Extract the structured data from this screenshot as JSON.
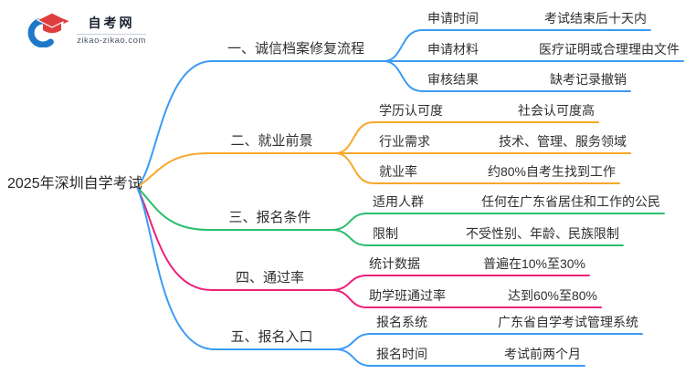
{
  "logo": {
    "site_name": "自考网",
    "site_url": "zikao-zikao.com",
    "icon_blue": "#1d78c8",
    "icon_red": "#e03e3e"
  },
  "mindmap": {
    "root": "2025年深圳自学考试",
    "branches": [
      {
        "label": "一、诚信档案修复流程",
        "color": "#3b9bf5",
        "children": [
          {
            "key": "申请时间",
            "value": "考试结束后十天内"
          },
          {
            "key": "申请材料",
            "value": "医疗证明或合理理由文件"
          },
          {
            "key": "审核结果",
            "value": "缺考记录撤销"
          }
        ]
      },
      {
        "label": "二、就业前景",
        "color": "#f7a829",
        "children": [
          {
            "key": "学历认可度",
            "value": "社会认可度高"
          },
          {
            "key": "行业需求",
            "value": "技术、管理、服务领域"
          },
          {
            "key": "就业率",
            "value": "约80%自考生找到工作"
          }
        ]
      },
      {
        "label": "三、报名条件",
        "color": "#2bbd6e",
        "children": [
          {
            "key": "适用人群",
            "value": "任何在广东省居住和工作的公民"
          },
          {
            "key": "限制",
            "value": "不受性别、年龄、民族限制"
          }
        ]
      },
      {
        "label": "四、通过率",
        "color": "#ee2179",
        "children": [
          {
            "key": "统计数据",
            "value": "普遍在10%至30%"
          },
          {
            "key": "助学班通过率",
            "value": "达到60%至80%"
          }
        ]
      },
      {
        "label": "五、报名入口",
        "color": "#3b9bf5",
        "children": [
          {
            "key": "报名系统",
            "value": "广东省自学考试管理系统"
          },
          {
            "key": "报名时间",
            "value": "考试前两个月"
          }
        ]
      }
    ]
  }
}
